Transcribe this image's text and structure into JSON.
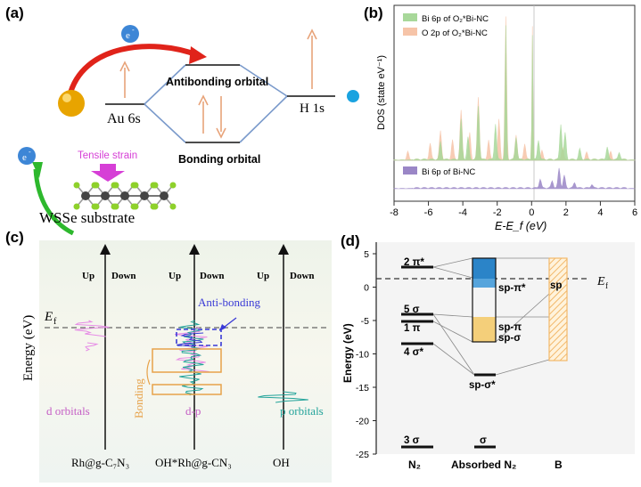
{
  "panel_a": {
    "tag": "(a)",
    "electron": "e",
    "electron_sup": "-",
    "au_level": "Au 6s",
    "antibonding": "Antibonding orbital",
    "bonding": "Bonding orbital",
    "h_level": "H 1s",
    "strain": "Tensile strain",
    "substrate": "WSSe substrate",
    "colors": {
      "au": "#e8a400",
      "h": "#1aa3e0",
      "arrow_red": "#e0231a",
      "arrow_green": "#2db82d",
      "strain": "#d63fd6",
      "orbital_line": "#7a9acb",
      "spin_arrow": "#e8a47a"
    }
  },
  "panel_b": {
    "tag": "(b)",
    "legend": [
      "Bi 6p of O₂*Bi-NC",
      "O 2p of O₂*Bi-NC",
      "Bi 6p of Bi-NC"
    ],
    "ylabel": "DOS (state eV⁻¹)",
    "xlabel": "E-E_f (eV)",
    "xticks": [
      "-8",
      "-6",
      "-4",
      "-2",
      "0",
      "2",
      "4",
      "6"
    ],
    "colors": {
      "bi": "#a8d89a",
      "o": "#f6c4a8",
      "bi_nc": "#9a86c6"
    }
  },
  "panel_c": {
    "tag": "(c)",
    "ylabel": "Energy (eV)",
    "ef": "E",
    "ef_sub": "f",
    "up": "Up",
    "down": "Down",
    "antibonding": "Anti-bonding",
    "bonding": "Bonding",
    "d_orbitals": "d orbitals",
    "dp": "d-p",
    "p_orbitals": "p orbitals",
    "x_labels": [
      "Rh@g-C₇N₃",
      "OH*Rh@g-CN₃",
      "OH"
    ],
    "colors": {
      "d": "#e68ce6",
      "p": "#22a39a",
      "bonding": "#e7a24a",
      "antibonding": "#3a3ad6"
    }
  },
  "panel_d": {
    "tag": "(d)",
    "ylabel": "Energy (eV)",
    "yticks": [
      "5",
      "0",
      "-5",
      "-10",
      "-15",
      "-20",
      "-25"
    ],
    "ef": "E",
    "ef_sub": "f",
    "n2_levels": [
      "2 π*",
      "5 σ",
      "1 π",
      "4 σ*",
      "3 σ"
    ],
    "absorbed_labels": [
      "sp-π*",
      "sp-π",
      "sp-σ",
      "sp-σ*",
      "σ"
    ],
    "b_label": "sp",
    "x_labels": [
      "N₂",
      "Absorbed N₂",
      "B"
    ],
    "colors": {
      "blue": "#2b84c8",
      "yellow": "#f4cf7a",
      "b_band": "#f2b86a"
    }
  }
}
